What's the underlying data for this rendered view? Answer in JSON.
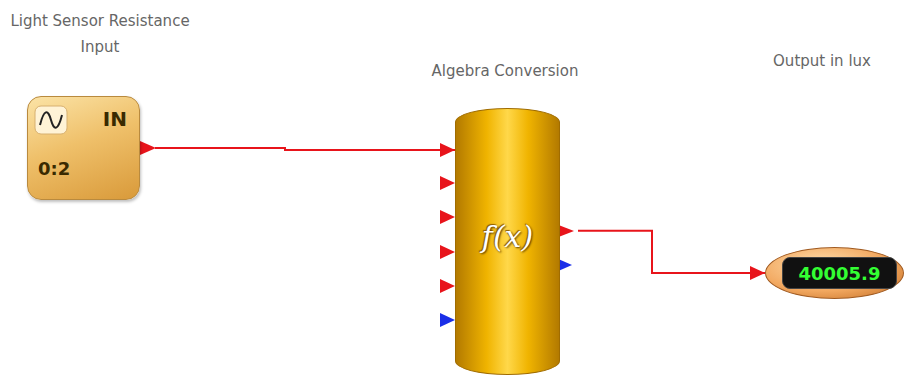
{
  "diagram": {
    "nodes": [
      {
        "text": [
          "Light Sensor Resistance Input",
          "IN",
          "0:2"
        ]
      },
      {
        "text": [
          "Algebra Conversion",
          "f(x)"
        ]
      },
      {
        "text": [
          "Output in lux",
          "40005.9"
        ]
      }
    ],
    "edges": [
      {
        "from": 0,
        "to": 1,
        "arrow": "to"
      },
      {
        "from": 1,
        "to": 2,
        "arrow": "to"
      }
    ]
  }
}
